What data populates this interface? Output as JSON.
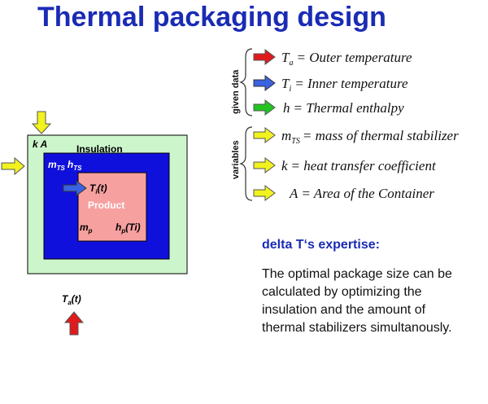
{
  "title": "Thermal packaging design",
  "package": {
    "kA": "k A",
    "insulation": "Insulation",
    "mts": "m",
    "mts_sub": "TS",
    "hts": "h",
    "hts_sub": "TS",
    "ti": "T",
    "ti_sub": "i",
    "ti_arg": "(t)",
    "product": "Product",
    "mp": "m",
    "mp_sub": "p",
    "hp": "h",
    "hp_sub": "p",
    "hp_arg": "(Ti)",
    "ta": "T",
    "ta_sub": "a",
    "ta_arg": "(t)"
  },
  "given_label": "given data",
  "variables_label": "variables",
  "given": [
    {
      "sym": "T",
      "sub": "a",
      "text": "= Outer temperature",
      "color": "#e11b1b"
    },
    {
      "sym": "T",
      "sub": "i",
      "text": "= Inner temperature",
      "color": "#3a63e0"
    },
    {
      "sym": "h",
      "sub": "",
      "text": "= Thermal  enthalpy",
      "color": "#22c422"
    }
  ],
  "variables": [
    {
      "sym": "m",
      "sub": "TS",
      "text": "= mass of thermal stabilizer",
      "color": "#f2f21e"
    },
    {
      "sym": "k",
      "sub": "",
      "text": "= heat  transfer  coefficient",
      "color": "#f2f21e"
    },
    {
      "sym": "A",
      "sub": "",
      "text": "= Area of the Container",
      "color": "#f2f21e"
    }
  ],
  "expertise": {
    "title": "delta T‘s expertise:",
    "text": "The optimal package size can be calculated by optimizing the insulation and the amount of thermal stabilizers simultanously."
  },
  "colors": {
    "title": "#1a2bb5",
    "outer_box": "#ccf5cc",
    "insulation": "#1010dd",
    "product": "#f7a0a0",
    "yellow_arrow": "#f2f21e",
    "red_arrow": "#e11b1b",
    "blue_arrow": "#3a63e0",
    "green_arrow": "#22c422"
  },
  "icons": [
    "arrow-right-icon",
    "arrow-down-icon",
    "arrow-up-icon",
    "brace-icon"
  ]
}
